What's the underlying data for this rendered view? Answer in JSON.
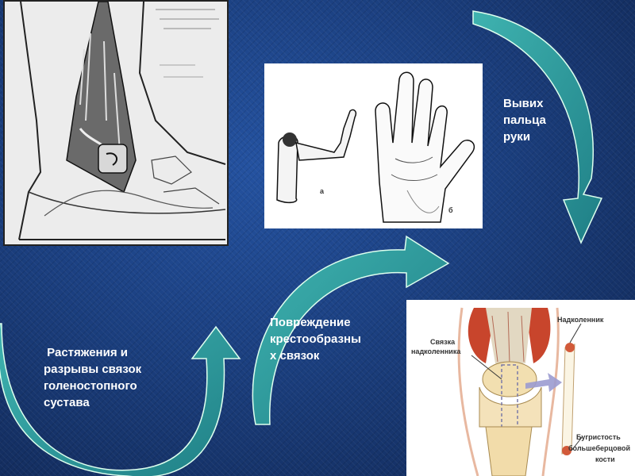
{
  "slide": {
    "background_color": "#1b3f7f",
    "arrow_color": "#2f9a9c"
  },
  "captions": {
    "finger_dislocation": [
      "Вывих",
      "пальца",
      "руки"
    ],
    "ankle_sprain": [
      " Растяжения и",
      "разрывы связок",
      "голеностопного",
      "сустава"
    ],
    "cruciate_injury": [
      "Повреждение",
      "крестообразны",
      "х связок"
    ]
  },
  "hand_figure": {
    "label_a": "а",
    "label_b": "б"
  },
  "knee_figure": {
    "label_kneecap": "Надколенник",
    "label_patellar_ligament": [
      "Связка",
      "надколенника"
    ],
    "label_tibial_tuberosity": [
      "Бугристость",
      "большеберцовой",
      "кости"
    ]
  }
}
